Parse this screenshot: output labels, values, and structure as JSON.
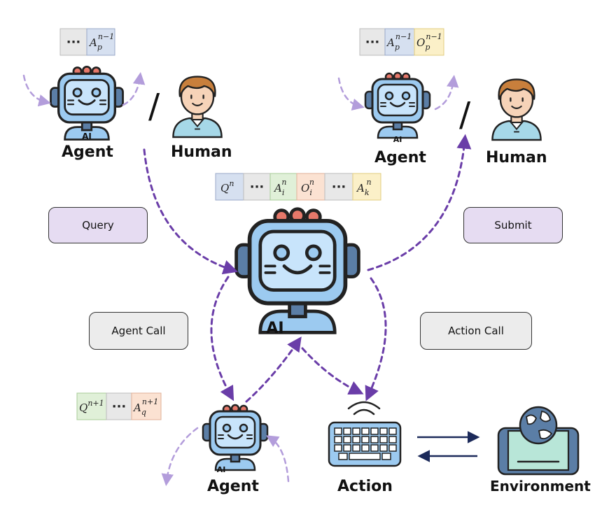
{
  "labels": {
    "agent_top_left": "Agent",
    "human_top_left": "Human",
    "agent_top_right": "Agent",
    "human_top_right": "Human",
    "agent_bottom": "Agent",
    "action": "Action",
    "environment": "Environment",
    "separator": "/",
    "robot_badge": "AI"
  },
  "buttons": {
    "query": "Query",
    "submit": "Submit",
    "agent_call": "Agent Call",
    "action_call": "Action Call"
  },
  "tokens": {
    "ellipsis": "···",
    "top_left": {
      "a_base": "A",
      "a_sub": "p",
      "a_sup": "n−1"
    },
    "top_right": {
      "a_base": "A",
      "a_sub": "p",
      "a_sup": "n−1",
      "o_base": "O",
      "o_sub": "p",
      "o_sup": "n−1"
    },
    "center": {
      "q_base": "Q",
      "q_sup": "n",
      "a1_base": "A",
      "a1_sub": "i",
      "a1_sup": "n",
      "o_base": "O",
      "o_sub": "i",
      "o_sup": "n",
      "a2_base": "A",
      "a2_sub": "k",
      "a2_sup": "n"
    },
    "bottom": {
      "q_base": "Q",
      "q_sup": "n+1",
      "a_base": "A",
      "a_sub": "q",
      "a_sup": "n+1"
    }
  },
  "colors": {
    "arrow_purple": "#6a3da8",
    "arrow_light": "#b39ddb",
    "robot_blue": "#9ccaf0",
    "robot_screen": "#c8e4fb",
    "robot_red": "#e6786a",
    "token_gray": "#e8e8e8",
    "token_blue": "#d6e0f0",
    "token_yellow": "#fbf0c8",
    "token_green": "#e0f0d8",
    "token_orange": "#fbe2d2",
    "navy": "#1c2a5a"
  }
}
